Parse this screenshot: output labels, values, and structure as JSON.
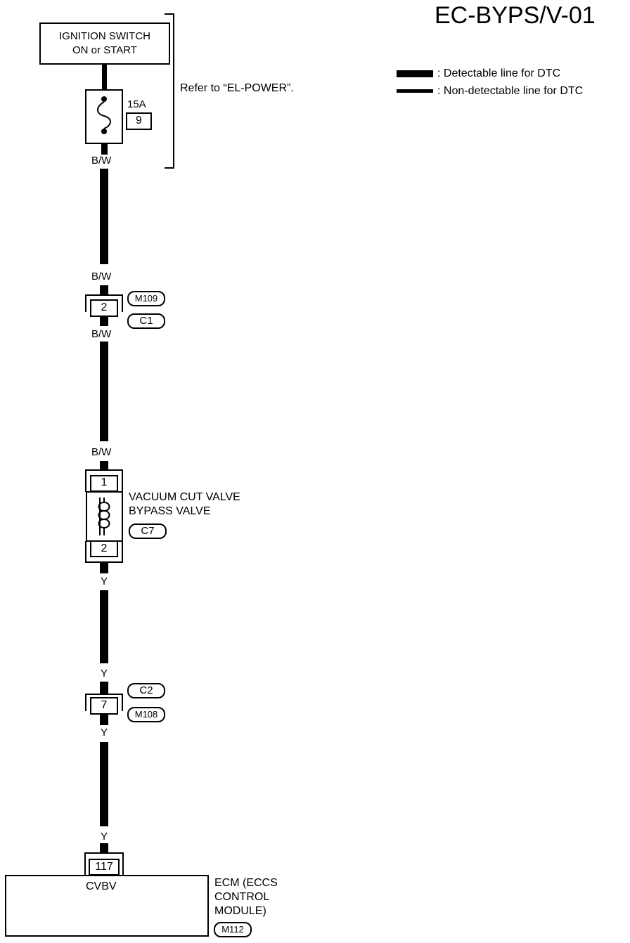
{
  "header": {
    "title": "EC-BYPS/V-01"
  },
  "legend": {
    "detectable": ": Detectable line for DTC",
    "non_detectable": ": Non-detectable line for DTC"
  },
  "ignition": {
    "line1": "IGNITION SWITCH",
    "line2": "ON or START"
  },
  "fuse": {
    "rating": "15A",
    "number": "9"
  },
  "refer": "Refer to “EL-POWER”.",
  "wires": {
    "bw": "B/W",
    "y": "Y"
  },
  "connector_m109": {
    "pin": "2",
    "code1": "M109",
    "code2": "C1"
  },
  "valve": {
    "pin_top": "1",
    "pin_bottom": "2",
    "name1": "VACUUM CUT VALVE",
    "name2": "BYPASS VALVE",
    "code": "C7"
  },
  "connector_m108": {
    "pin": "7",
    "code1": "C2",
    "code2": "M108"
  },
  "ecm": {
    "pin": "117",
    "terminal": "CVBV",
    "name1": "ECM (ECCS",
    "name2": "CONTROL",
    "name3": "MODULE)",
    "code": "M112"
  }
}
